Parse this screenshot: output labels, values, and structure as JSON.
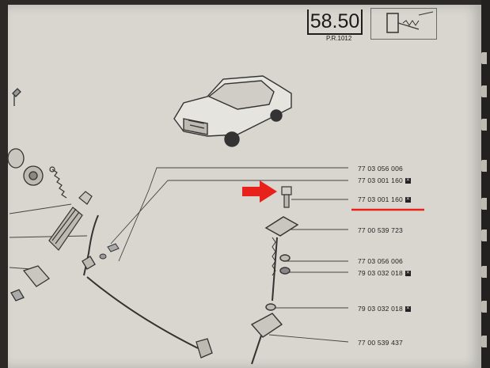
{
  "header": {
    "page_number": "58.50",
    "pr_reference": "P.R.1012"
  },
  "parts": [
    {
      "code": "77 03 056 006",
      "flag": false
    },
    {
      "code": "77 03 001 160",
      "flag": true
    },
    {
      "code": "77 03 001 160",
      "flag": true,
      "highlighted": true
    },
    {
      "code": "77 00 539 723",
      "flag": false
    },
    {
      "code": "77 03 056 006",
      "flag": false
    },
    {
      "code": "79 03 032 018",
      "flag": true
    },
    {
      "code": "79 03 032 018",
      "flag": true
    },
    {
      "code": "77 00 539 437",
      "flag": false
    }
  ],
  "flag_glyph": "✕",
  "colors": {
    "paper": "#d8d6cf",
    "ink": "#222222",
    "highlight_arrow": "#e8211a",
    "highlight_underline": "#e8211a"
  },
  "icons": [
    "car-illustration",
    "red-arrow-icon",
    "bolt-icon",
    "linkage-rod-drawing",
    "spring-drawing"
  ]
}
